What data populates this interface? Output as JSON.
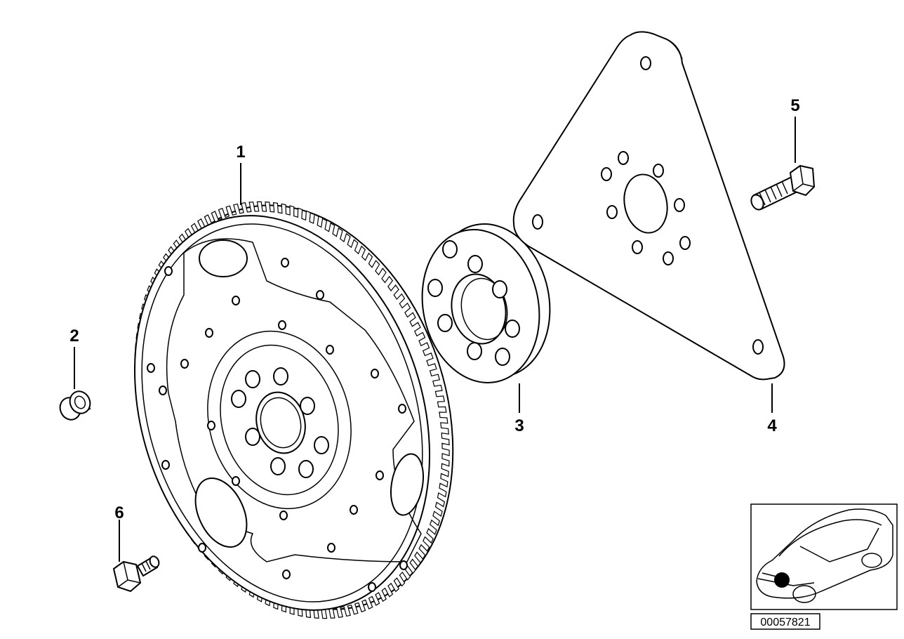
{
  "callouts": {
    "c1": "1",
    "c2": "2",
    "c3": "3",
    "c4": "4",
    "c5": "5",
    "c6": "6"
  },
  "inset": {
    "doc_id": "00057821"
  },
  "colors": {
    "line": "#000000",
    "background": "#ffffff",
    "locator_dot": "#000000"
  },
  "icons": {
    "flywheel": "flywheel-icon",
    "bushing": "bushing-icon",
    "spacer": "spacer-ring-icon",
    "flex_plate": "flex-plate-icon",
    "bolt_5": "hex-bolt-icon",
    "bolt_6": "hex-bolt-icon",
    "car": "car-locator-icon"
  }
}
